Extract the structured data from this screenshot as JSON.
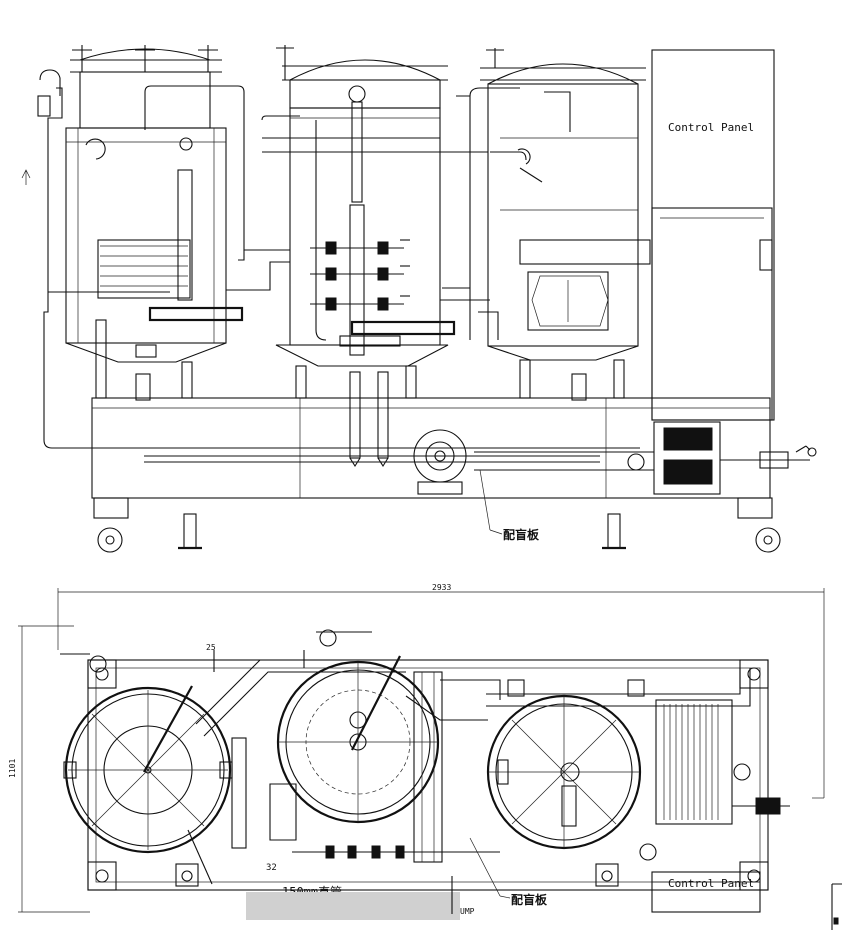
{
  "labels": {
    "control_panel_top": "Control Panel",
    "control_panel_bottom": "Control Panel",
    "blind_plate_top": "配盲板",
    "blind_plate_bottom": "配盲板",
    "dim_length": "2933",
    "dim_width": "1101",
    "dim_25": "25",
    "dim_32": "32",
    "pipe_note": "150mm直管",
    "pump_tag": "UMP"
  },
  "redactions": 2,
  "colors": {
    "line": "#111111",
    "background": "#ffffff",
    "redaction": "#d0d0d0"
  }
}
